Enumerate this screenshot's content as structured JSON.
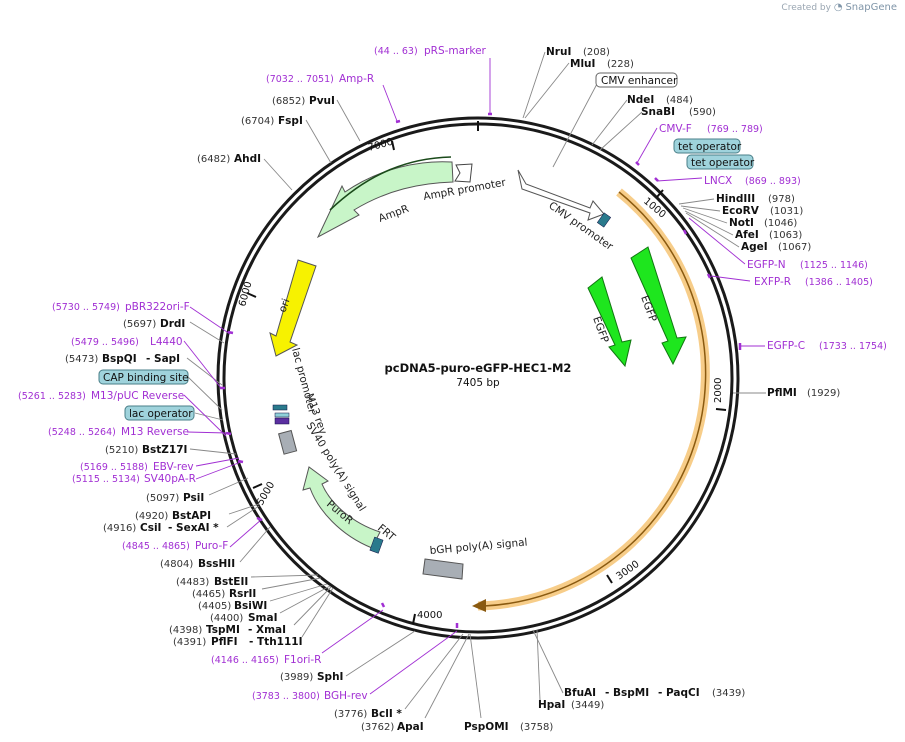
{
  "brand": {
    "created_by": "Created by",
    "product": "SnapGene"
  },
  "plasmid": {
    "name": "pcDNA5-puro-eGFP-HEC1-M2",
    "size_label": "7405 bp"
  },
  "ruler_ticks": [
    "1000",
    "2000",
    "3000",
    "4000",
    "5000",
    "6000",
    "7000"
  ],
  "enzymes": [
    {
      "name": "NruI",
      "pos": "(208)"
    },
    {
      "name": "MluI",
      "pos": "(228)"
    },
    {
      "name": "NdeI",
      "pos": "(484)"
    },
    {
      "name": "SnaBI",
      "pos": "(590)"
    },
    {
      "name": "HindIII",
      "pos": "(978)"
    },
    {
      "name": "EcoRV",
      "pos": "(1031)"
    },
    {
      "name": "NotI",
      "pos": "(1046)"
    },
    {
      "name": "AfeI",
      "pos": "(1063)"
    },
    {
      "name": "AgeI",
      "pos": "(1067)"
    },
    {
      "name": "PflMI",
      "pos": "(1929)"
    },
    {
      "name": "BfuAI",
      "pos": ""
    },
    {
      "name": "- BspMI",
      "pos": ""
    },
    {
      "name": "- PaqCI",
      "pos": "(3439)"
    },
    {
      "name": "HpaI",
      "pos": "(3449)"
    },
    {
      "name": "PspOMI",
      "pos": "(3758)"
    },
    {
      "name": "ApaI",
      "pos": "(3762)"
    },
    {
      "name": "BclI *",
      "pos": "(3776)"
    },
    {
      "name": "SphI",
      "pos": "(3989)"
    },
    {
      "name": "PflFI",
      "pos": "(4391)"
    },
    {
      "name": "- Tth111I",
      "pos": ""
    },
    {
      "name": "TspMI",
      "pos": "(4398)"
    },
    {
      "name": "- XmaI",
      "pos": ""
    },
    {
      "name": "SmaI",
      "pos": "(4400)"
    },
    {
      "name": "BsiWI",
      "pos": "(4405)"
    },
    {
      "name": "RsrII",
      "pos": "(4465)"
    },
    {
      "name": "BstEII",
      "pos": "(4483)"
    },
    {
      "name": "BssHII",
      "pos": "(4804)"
    },
    {
      "name": "CsiI",
      "pos": "(4916)"
    },
    {
      "name": "- SexAI *",
      "pos": ""
    },
    {
      "name": "BstAPI",
      "pos": "(4920)"
    },
    {
      "name": "PsiI",
      "pos": "(5097)"
    },
    {
      "name": "BstZ17I",
      "pos": "(5210)"
    },
    {
      "name": "BspQI",
      "pos": "(5473)"
    },
    {
      "name": "- SapI",
      "pos": ""
    },
    {
      "name": "DrdI",
      "pos": "(5697)"
    },
    {
      "name": "AhdI",
      "pos": "(6482)"
    },
    {
      "name": "FspI",
      "pos": "(6704)"
    },
    {
      "name": "PvuI",
      "pos": "(6852)"
    }
  ],
  "primers": [
    {
      "name": "pRS-marker",
      "range": "(44 .. 63)"
    },
    {
      "name": "Amp-R",
      "range": "(7032 .. 7051)"
    },
    {
      "name": "CMV-F",
      "range": "(769 .. 789)"
    },
    {
      "name": "LNCX",
      "range": "(869 .. 893)"
    },
    {
      "name": "EGFP-N",
      "range": "(1125 .. 1146)"
    },
    {
      "name": "EXFP-R",
      "range": "(1386 .. 1405)"
    },
    {
      "name": "EGFP-C",
      "range": "(1733 .. 1754)"
    },
    {
      "name": "BGH-rev",
      "range": "(3783 .. 3800)"
    },
    {
      "name": "F1ori-R",
      "range": "(4146 .. 4165)"
    },
    {
      "name": "Puro-F",
      "range": "(4845 .. 4865)"
    },
    {
      "name": "SV40pA-R",
      "range": "(5115 .. 5134)"
    },
    {
      "name": "EBV-rev",
      "range": "(5169 .. 5188)"
    },
    {
      "name": "M13 Reverse",
      "range": "(5248 .. 5264)"
    },
    {
      "name": "M13/pUC Reverse",
      "range": "(5261 .. 5283)"
    },
    {
      "name": "L4440",
      "range": "(5479 .. 5496)"
    },
    {
      "name": "pBR322ori-F",
      "range": "(5730 .. 5749)"
    }
  ],
  "boxed_features": [
    "CMV enhancer",
    "tet operator",
    "tet operator",
    "CAP binding site",
    "lac operator"
  ],
  "features": {
    "cmv_promoter": "CMV promoter",
    "egfp_outer": "EGFP",
    "egfp_inner": "EGFP",
    "ampr_promoter": "AmpR promoter",
    "ampr": "AmpR",
    "ori": "ori",
    "lac_promoter": "lac promoter",
    "m13_rev": "M13 rev",
    "sv40": "SV40 poly(A) signal",
    "puror": "PuroR",
    "frt": "FRT",
    "bgh": "bGH poly(A) signal"
  },
  "colors": {
    "backbone": "#1a1a1a",
    "primer": "#a12fd3",
    "ampr_fill": "#c8f5c8",
    "egfp_fill": "#1ee61e",
    "ori_fill": "#f7f200",
    "gene_orange": "#f2b24a",
    "feature_box": "#9fd3dc",
    "terminator": "#a8aeb5",
    "frt": "#2a7a8c"
  }
}
